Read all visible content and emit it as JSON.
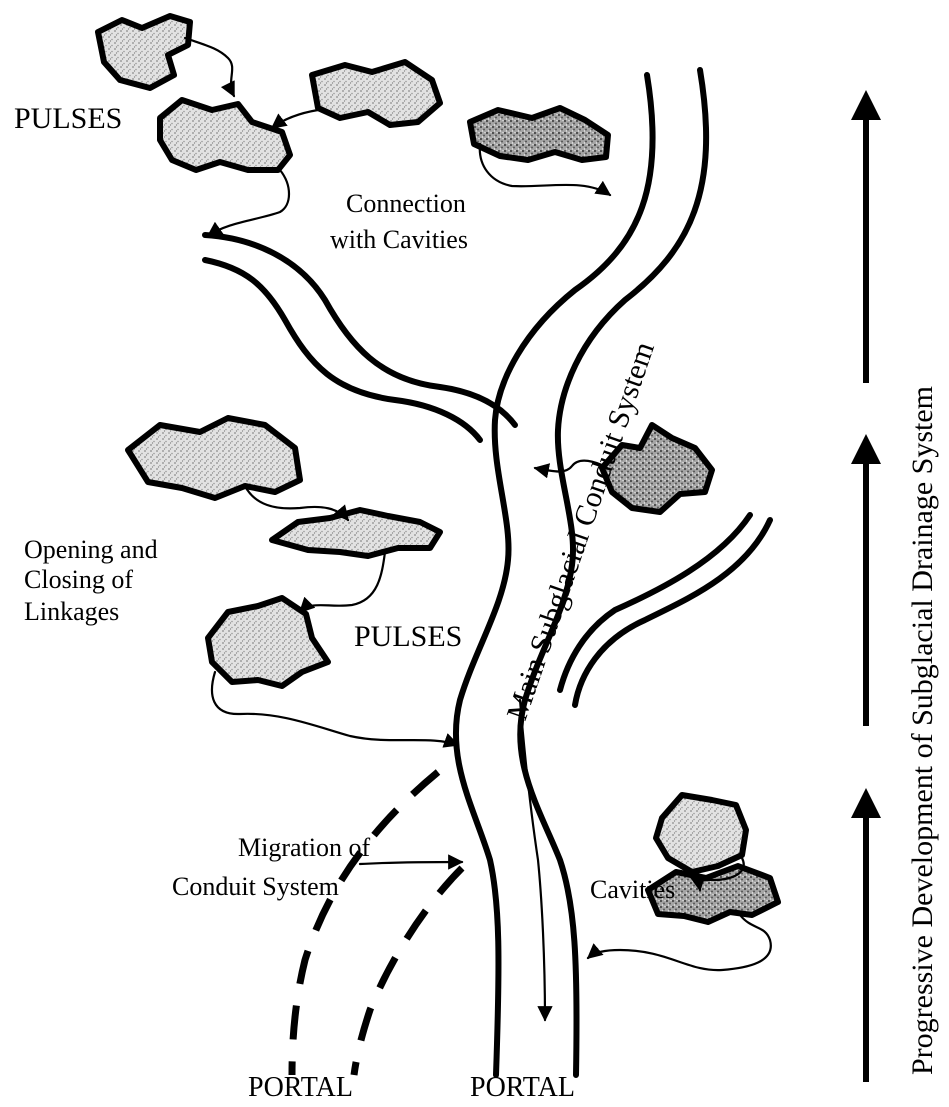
{
  "labels": {
    "pulses_top": "PULSES",
    "connection_line1": "Connection",
    "connection_line2": "with Cavities",
    "conduit_system": "Main Subglacial Conduit System",
    "opening_line1": "Opening and",
    "opening_line2": "Closing of",
    "opening_line3": "Linkages",
    "pulses_mid": "PULSES",
    "cavities": "Cavities",
    "migration_line1": "Migration of",
    "migration_line2": "Conduit System",
    "portal_left": "PORTAL",
    "portal_right": "PORTAL",
    "side_title": "Progressive Development of Subglacial Drainage System"
  },
  "colors": {
    "ink": "#000000",
    "cavity_light": "#d9d9d9",
    "cavity_dark": "#9a9a9a",
    "background": "#ffffff"
  }
}
